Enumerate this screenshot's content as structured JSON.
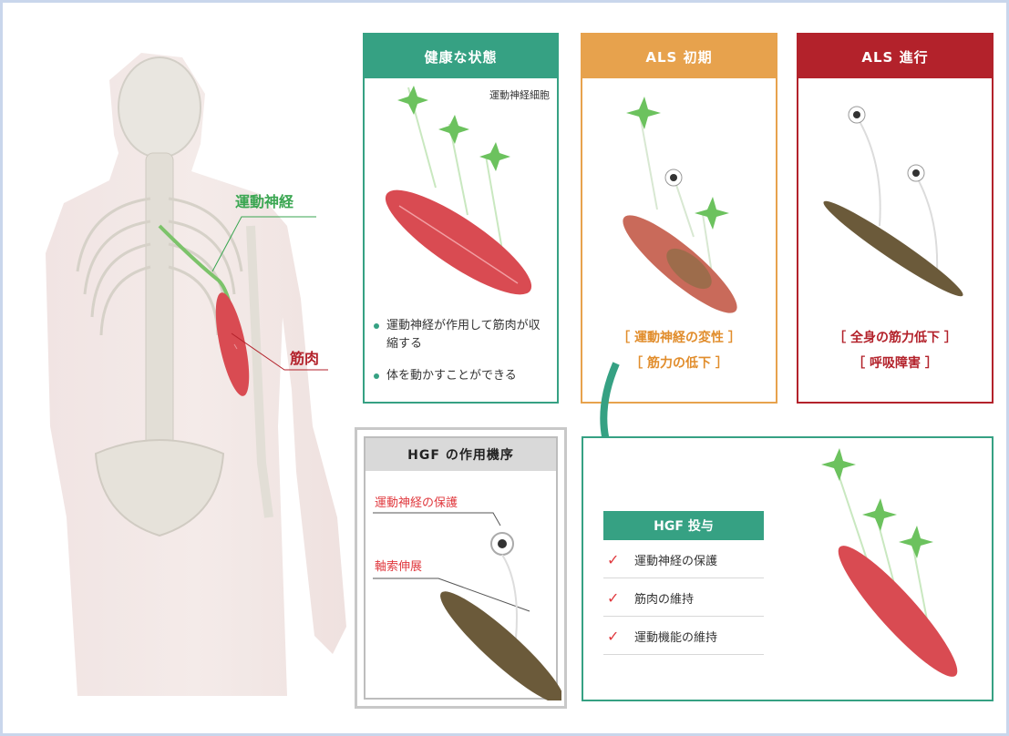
{
  "body_figure": {
    "nerve_label": "運動神経",
    "muscle_label": "筋肉"
  },
  "stages": {
    "healthy": {
      "title": "健康な状態",
      "cell_label": "運動神経細胞",
      "bullets": [
        "運動神経が作用して筋肉が収縮する",
        "体を動かすことができる"
      ]
    },
    "early": {
      "title": "ALS 初期",
      "statuses": [
        "［ 運動神経の変性 ］",
        "［ 筋力の低下 ］"
      ]
    },
    "advanced": {
      "title": "ALS 進行",
      "statuses": [
        "［ 全身の筋力低下 ］",
        "［ 呼吸障害 ］"
      ]
    }
  },
  "mechanism": {
    "title": "HGF の作用機序",
    "labels": [
      "運動神経の保護",
      "軸索伸展"
    ]
  },
  "hgf": {
    "title": "HGF 投与",
    "effects": [
      "運動神経の保護",
      "筋肉の維持",
      "運動機能の維持"
    ]
  },
  "colors": {
    "healthy": "#36a183",
    "early": "#e7a24d",
    "advanced": "#b3222b",
    "muscle": "#d94b52",
    "atrophied_muscle": "#6b5a3a",
    "nerve": "#3aa651",
    "check": "#e0393e"
  }
}
